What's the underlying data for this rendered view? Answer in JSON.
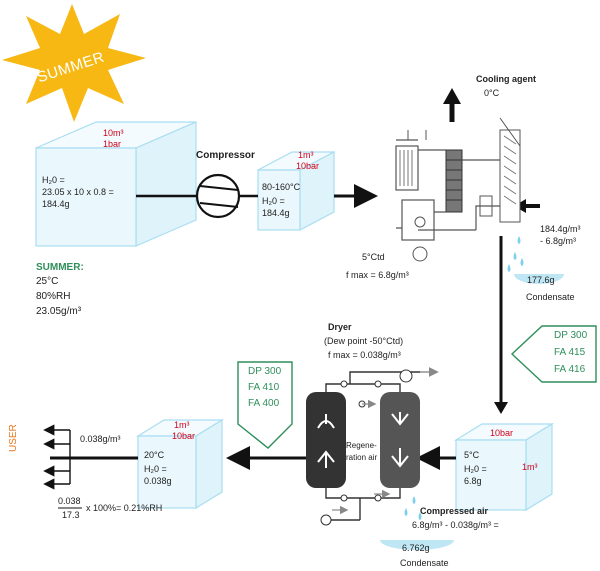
{
  "summer_badge": "SUMMER",
  "box1": {
    "top1": "10m³",
    "top2": "1bar",
    "h2o_label": "H₂0 =",
    "calc1": "23.05 x 10 x 0.8 =",
    "calc2": "184.4g"
  },
  "summer_block": {
    "title": "SUMMER:",
    "temp": "25°C",
    "rh": "80%RH",
    "abs": "23.05g/m³"
  },
  "compressor": {
    "label": "Compressor"
  },
  "box2": {
    "top1": "1m³",
    "top2": "10bar",
    "temp": "80-160°C",
    "h2o_label": "H₂0 =",
    "value": "184.4g"
  },
  "cooling": {
    "agent": "Cooling agent",
    "temp": "0°C"
  },
  "refrigeration": {
    "dew": "5°Ctd",
    "fmax": "f max = 6.8g/m³"
  },
  "condensate1": {
    "calc1": "184.4g/m³",
    "calc2": "- 6.8g/m³",
    "amount": "177.6g",
    "label": "Condensate"
  },
  "filter_right": {
    "items": [
      "DP 300",
      "FA 415",
      "FA 416"
    ]
  },
  "dryer": {
    "title": "Dryer",
    "dew": "(Dew point -50°Ctd)",
    "fmax": "f max = 0.038g/m³",
    "regen1": "Regene-",
    "regen2": "ration air"
  },
  "filter_mid": {
    "items": [
      "DP 300",
      "FA 410",
      "FA 400"
    ]
  },
  "box4": {
    "top": "10bar",
    "temp": "5°C",
    "h2o_label": "H₂0 =",
    "value": "6.8g",
    "vol": "1m³"
  },
  "compressed_air": {
    "title": "Compressed air",
    "calc": "6.8g/m³ - 0.038g/m³ =",
    "amount": "6.762g",
    "label": "Condensate"
  },
  "box3": {
    "top1": "1m³",
    "top2": "10bar",
    "temp": "20°C",
    "h2o_label": "H₂0 =",
    "value": "0.038g"
  },
  "user": {
    "label": "USER",
    "flow": "0.038g/m³",
    "frac_num": "0.038",
    "frac_den": "17.3",
    "rh_result": "x 100%= 0.21%RH"
  },
  "colors": {
    "red": "#d0021b",
    "green": "#2f8f5b",
    "orange": "#e8781e",
    "cube": "#eaf7fc",
    "cube_edge": "#a9def1",
    "sun": "#f7b814"
  }
}
